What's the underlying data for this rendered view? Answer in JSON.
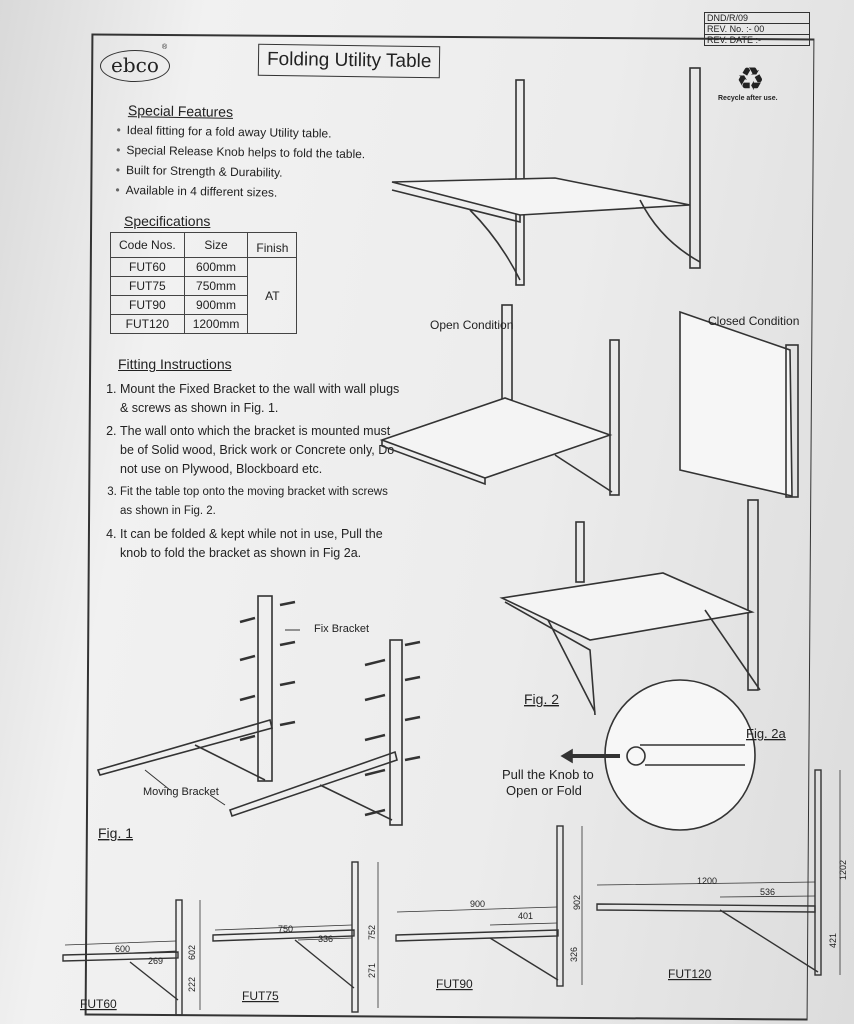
{
  "revision_box": {
    "doc_no": "DND/R/09",
    "rev_no": "REV. No. :- 00",
    "rev_date": "REV. DATE :-"
  },
  "brand": {
    "logo": "ebco",
    "registered": "®"
  },
  "title": "Folding Utility Table",
  "recycle": {
    "icon": "recycle-icon",
    "caption": "Recycle after use."
  },
  "special_features": {
    "heading": "Special Features",
    "items": [
      "Ideal fitting for a fold away Utility table.",
      "Special Release Knob helps to fold the table.",
      "Built for Strength & Durability.",
      "Available in 4 different sizes."
    ]
  },
  "specifications": {
    "heading": "Specifications",
    "columns": [
      "Code Nos.",
      "Size",
      "Finish"
    ],
    "rows": [
      [
        "FUT60",
        "600mm"
      ],
      [
        "FUT75",
        "750mm"
      ],
      [
        "FUT90",
        "900mm"
      ],
      [
        "FUT120",
        "1200mm"
      ]
    ],
    "finish": "AT"
  },
  "fitting_instructions": {
    "heading": "Fitting Instructions",
    "steps": [
      "Mount the Fixed Bracket to the wall with wall plugs & screws as shown in Fig. 1.",
      "The wall onto which the bracket is mounted must be of Solid wood, Brick work or Concrete only, Do not use on Plywood, Blockboard etc.",
      "Fit the table top onto the moving bracket with screws as shown in Fig. 2.",
      "It can be folded & kept while not in use, Pull the knob to fold the bracket as shown in Fig 2a."
    ]
  },
  "figures": {
    "open_condition": "Open Condition",
    "closed_condition": "Closed Condition",
    "fix_bracket": "Fix Bracket",
    "moving_bracket": "Moving Bracket",
    "fig1": "Fig. 1",
    "fig2": "Fig. 2",
    "fig2a": "Fig. 2a",
    "pull_knob_1": "Pull the Knob to",
    "pull_knob_2": "Open or Fold"
  },
  "dimensions": [
    {
      "code": "FUT60",
      "length": "600",
      "arm": "269",
      "height": "602",
      "lower": "222"
    },
    {
      "code": "FUT75",
      "length": "750",
      "arm": "336",
      "height": "752",
      "lower": "271"
    },
    {
      "code": "FUT90",
      "length": "900",
      "arm": "401",
      "height": "902",
      "lower": "326"
    },
    {
      "code": "FUT120",
      "length": "1200",
      "arm": "536",
      "height": "1202",
      "lower": "421"
    }
  ]
}
